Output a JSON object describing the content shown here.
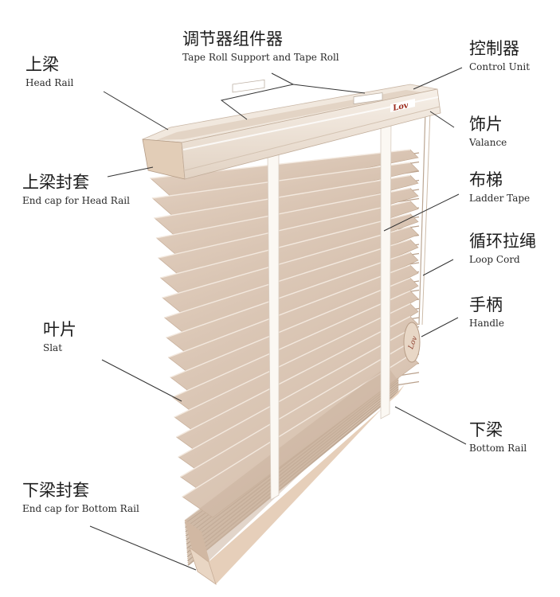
{
  "labels": {
    "head_rail": {
      "zh": "上梁",
      "en": "Head Rail"
    },
    "tape_roll": {
      "zh": "调节器组件器",
      "en": "Tape Roll Support and Tape Roll"
    },
    "control_unit": {
      "zh": "控制器",
      "en": "Control Unit"
    },
    "valance": {
      "zh": "饰片",
      "en": "Valance"
    },
    "end_cap_head": {
      "zh": "上梁封套",
      "en": "End cap for Head Rail"
    },
    "ladder_tape": {
      "zh": "布梯",
      "en": "Ladder Tape"
    },
    "loop_cord": {
      "zh": "循环拉绳",
      "en": "Loop Cord"
    },
    "handle": {
      "zh": "手柄",
      "en": "Handle"
    },
    "slat": {
      "zh": "叶片",
      "en": "Slat"
    },
    "bottom_rail": {
      "zh": "下梁",
      "en": "Bottom Rail"
    },
    "end_cap_bottom": {
      "zh": "下梁封套",
      "en": "End cap for Bottom Rail"
    }
  },
  "logo_text": "Lov",
  "handle_text": "Lov",
  "colors": {
    "slat": "#ddc8b6",
    "rail": "#efe3d6",
    "tape": "#f8f4ee",
    "leader": "#333333"
  }
}
